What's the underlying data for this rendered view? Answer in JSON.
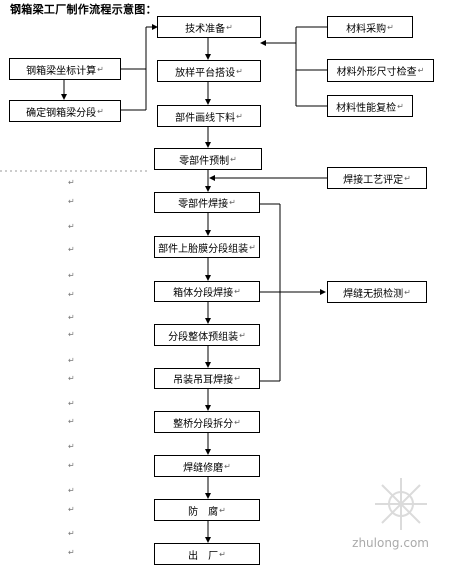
{
  "title": "钢箱梁工厂制作流程示意图：",
  "para_mark": "↵",
  "main_flow": [
    "技术准备",
    "放样平台搭设",
    "部件画线下料",
    "零部件预制",
    "零部件焊接",
    "部件上胎膜分段组装",
    "箱体分段焊接",
    "分段整体预组装",
    "吊装吊耳焊接",
    "整桥分段拆分",
    "焊缝修磨",
    "防　腐",
    "出　厂"
  ],
  "left_flow": [
    "钢箱梁坐标计算",
    "确定钢箱梁分段"
  ],
  "right_inputs": [
    "材料采购",
    "材料外形尺寸检查",
    "材料性能复检"
  ],
  "welding_process": "焊接工艺评定",
  "ndt": "焊缝无损检测",
  "watermark": "zhulong.com"
}
